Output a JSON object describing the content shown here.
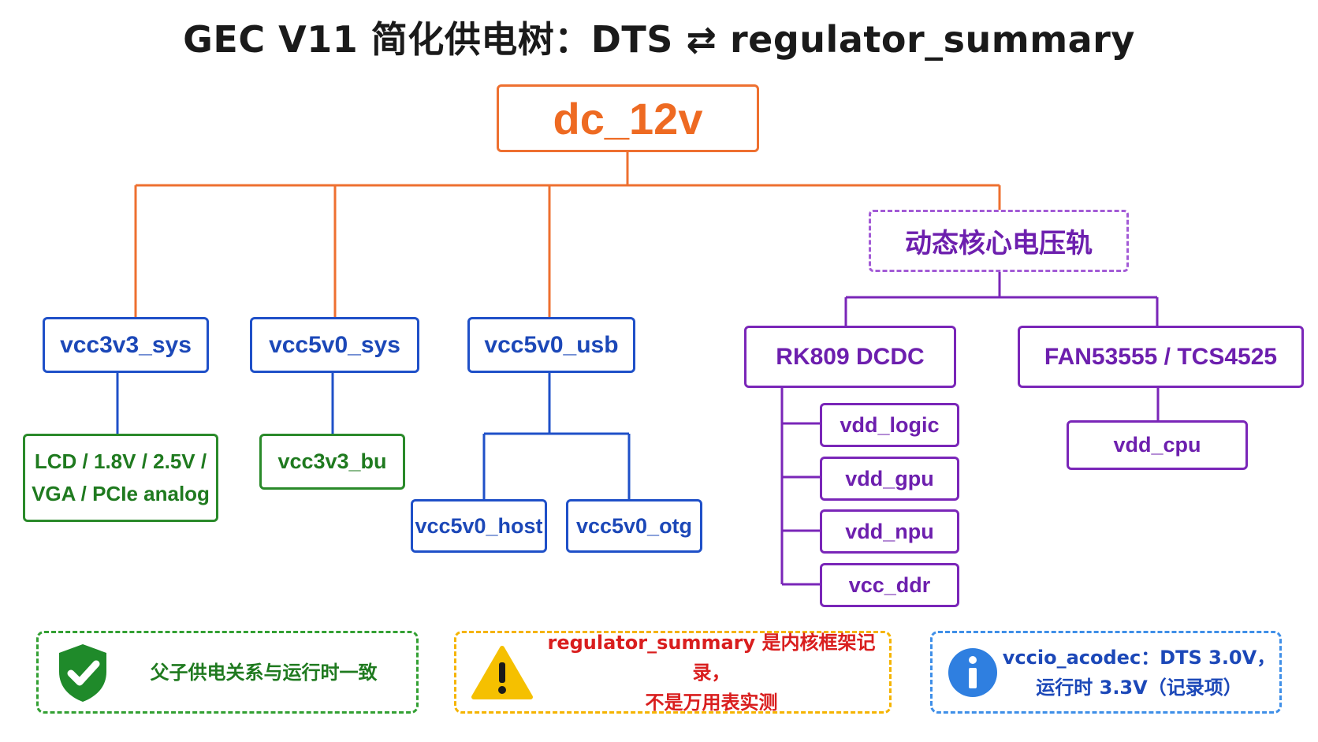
{
  "title": "GEC V11 简化供电树：DTS ⇄ regulator_summary",
  "colors": {
    "supply": "#ee7030",
    "fixed_rail": "#1f50c8",
    "load": "#2a8a2a",
    "dynamic_rail": "#7a26b8",
    "warning": "#f5b400",
    "info": "#3f8fe8"
  },
  "tree": {
    "root": "dc_12v",
    "dynamic_group": "动态核心电压轨",
    "vcc3v3_sys": {
      "label": "vcc3v3_sys",
      "child_line1": "LCD / 1.8V / 2.5V /",
      "child_line2": "VGA / PCIe analog"
    },
    "vcc5v0_sys": {
      "label": "vcc5v0_sys",
      "child": "vcc3v3_bu"
    },
    "vcc5v0_usb": {
      "label": "vcc5v0_usb",
      "children": [
        "vcc5v0_host",
        "vcc5v0_otg"
      ]
    },
    "rk809": {
      "label": "RK809 DCDC",
      "children": [
        "vdd_logic",
        "vdd_gpu",
        "vdd_npu",
        "vcc_ddr"
      ]
    },
    "fan": {
      "label": "FAN53555 / TCS4525",
      "child": "vdd_cpu"
    }
  },
  "notes": [
    {
      "icon": "shield-check-icon",
      "lines": [
        "父子供电关系与运行时一致"
      ],
      "color": "#1f7a1f"
    },
    {
      "icon": "warning-icon",
      "lines": [
        "regulator_summary 是内核框架记录，",
        "不是万用表实测"
      ],
      "color": "#d91e1e"
    },
    {
      "icon": "info-icon",
      "lines": [
        "vccio_acodec：DTS 3.0V，",
        "运行时 3.3V（记录项）"
      ],
      "color": "#1c48b8"
    }
  ]
}
